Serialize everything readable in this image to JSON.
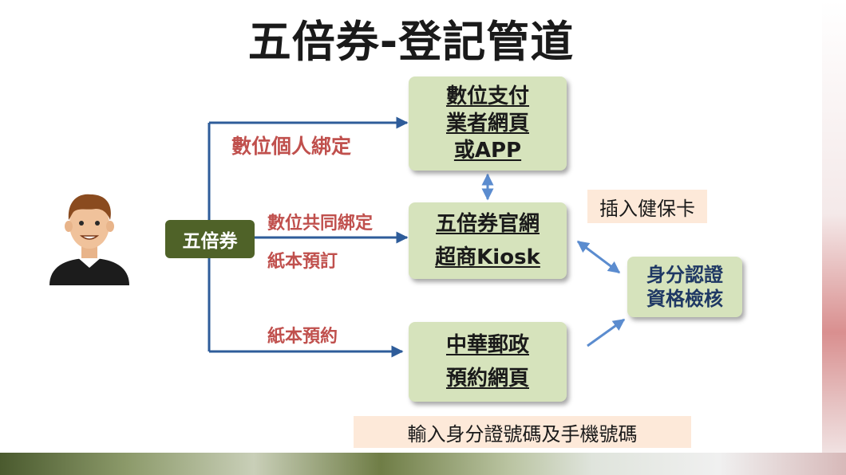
{
  "title": "五倍券-登記管道",
  "source_node": "五倍券",
  "routes": {
    "digital_personal": "數位個人綁定",
    "digital_joint": "數位共同綁定",
    "paper_order": "紙本預訂",
    "paper_reserve": "紙本預約"
  },
  "nodes": {
    "payment_app": [
      "數位支付",
      "業者網頁",
      "或APP"
    ],
    "official_site": [
      "五倍券官網",
      "超商Kiosk"
    ],
    "post_office": [
      "中華郵政",
      "預約網頁"
    ],
    "id_verify": [
      "身分認證",
      "資格檢核"
    ]
  },
  "notes": {
    "insert_card": "插入健保卡",
    "enter_id": "輸入身分證號碼及手機號碼"
  },
  "colors": {
    "box_fill": "#d6e3bc",
    "tag_fill": "#4f6228",
    "route_text": "#c0504d",
    "arrow": "#2e5c9a",
    "note_fill": "#fde9d9",
    "verify_text": "#1f3864"
  },
  "icons": {
    "person": "user-avatar-icon"
  }
}
